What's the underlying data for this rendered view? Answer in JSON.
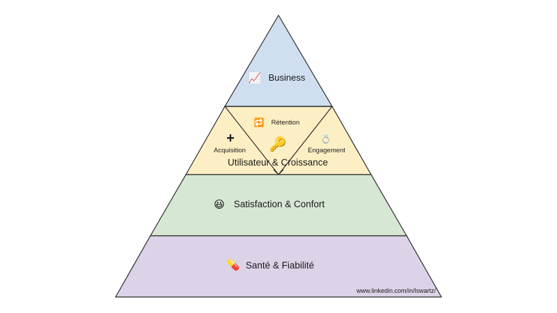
{
  "colors": {
    "business": "#cfdff0",
    "user_growth": "#fdefc4",
    "satisfaction": "#d6e7d3",
    "health": "#dcd3e8",
    "outline": "#2b2b2b"
  },
  "levels": {
    "business": {
      "label": "Business",
      "icon": "chart-increasing-icon",
      "icon_glyph": "📈"
    },
    "user_growth": {
      "label": "Utilisateur & Croissance",
      "retention": {
        "label": "Rétention",
        "icon": "repeat-icon",
        "icon_glyph": "🔁"
      },
      "acquisition": {
        "label": "Acquisition",
        "icon": "plus-icon",
        "icon_glyph": "+"
      },
      "engagement": {
        "label": "Engagement",
        "icon": "ring-icon",
        "icon_glyph": "💍"
      },
      "center_icon": {
        "icon": "key-icon",
        "icon_glyph": "🔑"
      }
    },
    "satisfaction": {
      "label": "Satisfaction & Confort",
      "icon": "smiley-icon",
      "icon_glyph": "😃"
    },
    "health": {
      "label": "Santé & Fiabilité",
      "icon": "pill-icon",
      "icon_glyph": "💊"
    }
  },
  "footer": {
    "credit": "www.linkedin.com/in/lswartz/"
  }
}
